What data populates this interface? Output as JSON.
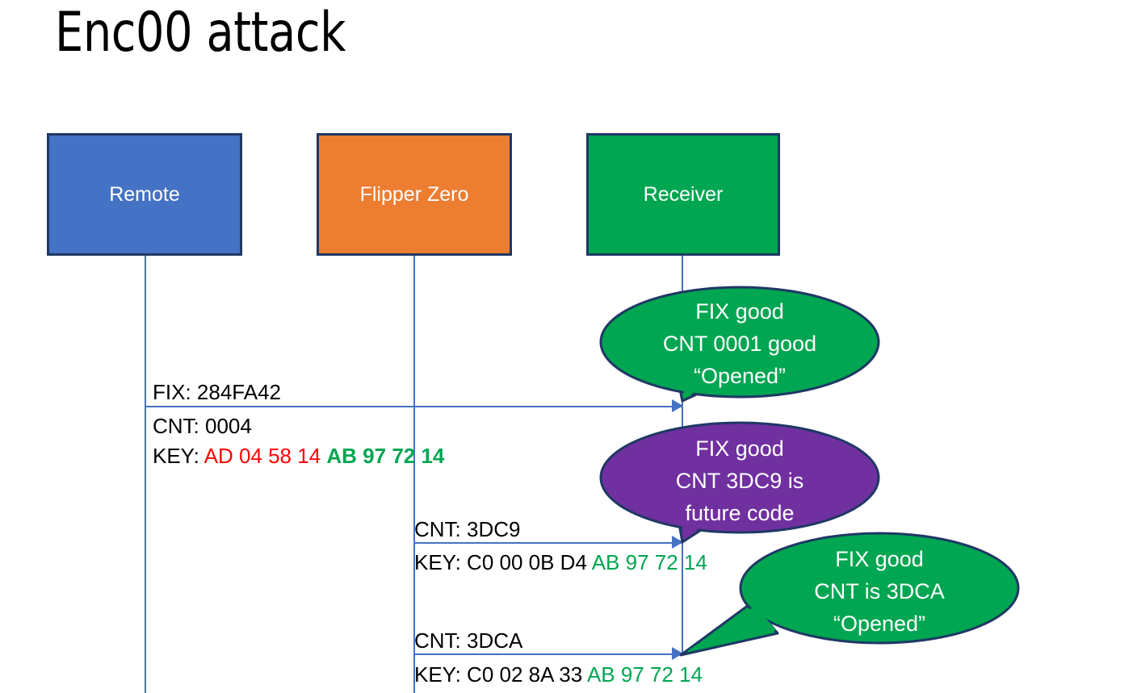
{
  "slide": {
    "title": "Enc00 attack"
  },
  "actors": [
    {
      "id": "remote",
      "label": "Remote",
      "color": "#4472C4",
      "border": "#1F3864"
    },
    {
      "id": "flipper",
      "label": "Flipper Zero",
      "color": "#ED7D31",
      "border": "#1F3864"
    },
    {
      "id": "receiver",
      "label": "Receiver",
      "color": "#00A651",
      "border": "#1F3864"
    }
  ],
  "messages": [
    {
      "id": "msg1",
      "from": "remote",
      "to": "receiver",
      "label": "FIX: 284FA42",
      "detail_line1_prefix": "CNT: ",
      "detail_line1_value": "0004",
      "detail_line2_prefix": "KEY: ",
      "detail_key_red": "AD 04 58 14",
      "detail_key_green": "AB 97 72 14"
    },
    {
      "id": "msg2",
      "from": "flipper",
      "to": "receiver",
      "label": "CNT: 3DC9",
      "detail_prefix": "KEY: C0 00 0B D4 ",
      "detail_key_green": "AB 97 72 14"
    },
    {
      "id": "msg3",
      "from": "flipper",
      "to": "receiver",
      "label": "CNT: 3DCA",
      "detail_prefix": "KEY: C0 02 8A 33 ",
      "detail_key_green": "AB 97 72 14"
    }
  ],
  "callouts": [
    {
      "id": "callout-1",
      "fill": "#00A651",
      "stroke": "#1F3864",
      "lines": [
        "FIX good",
        "CNT 0001 good",
        "“Opened”"
      ]
    },
    {
      "id": "callout-2",
      "fill": "#7030A0",
      "stroke": "#1F3864",
      "lines": [
        "FIX good",
        "CNT 3DC9 is",
        "future code"
      ]
    },
    {
      "id": "callout-3",
      "fill": "#00A651",
      "stroke": "#1F3864",
      "lines": [
        "FIX good",
        "CNT is 3DCA",
        "“Opened”"
      ]
    }
  ],
  "colors": {
    "accent_blue": "#4472C4",
    "accent_orange": "#ED7D31",
    "accent_green": "#00A651",
    "accent_purple": "#7030A0",
    "border_navy": "#1F3864",
    "hex_red": "#FF0000",
    "hex_green": "#00A651"
  }
}
